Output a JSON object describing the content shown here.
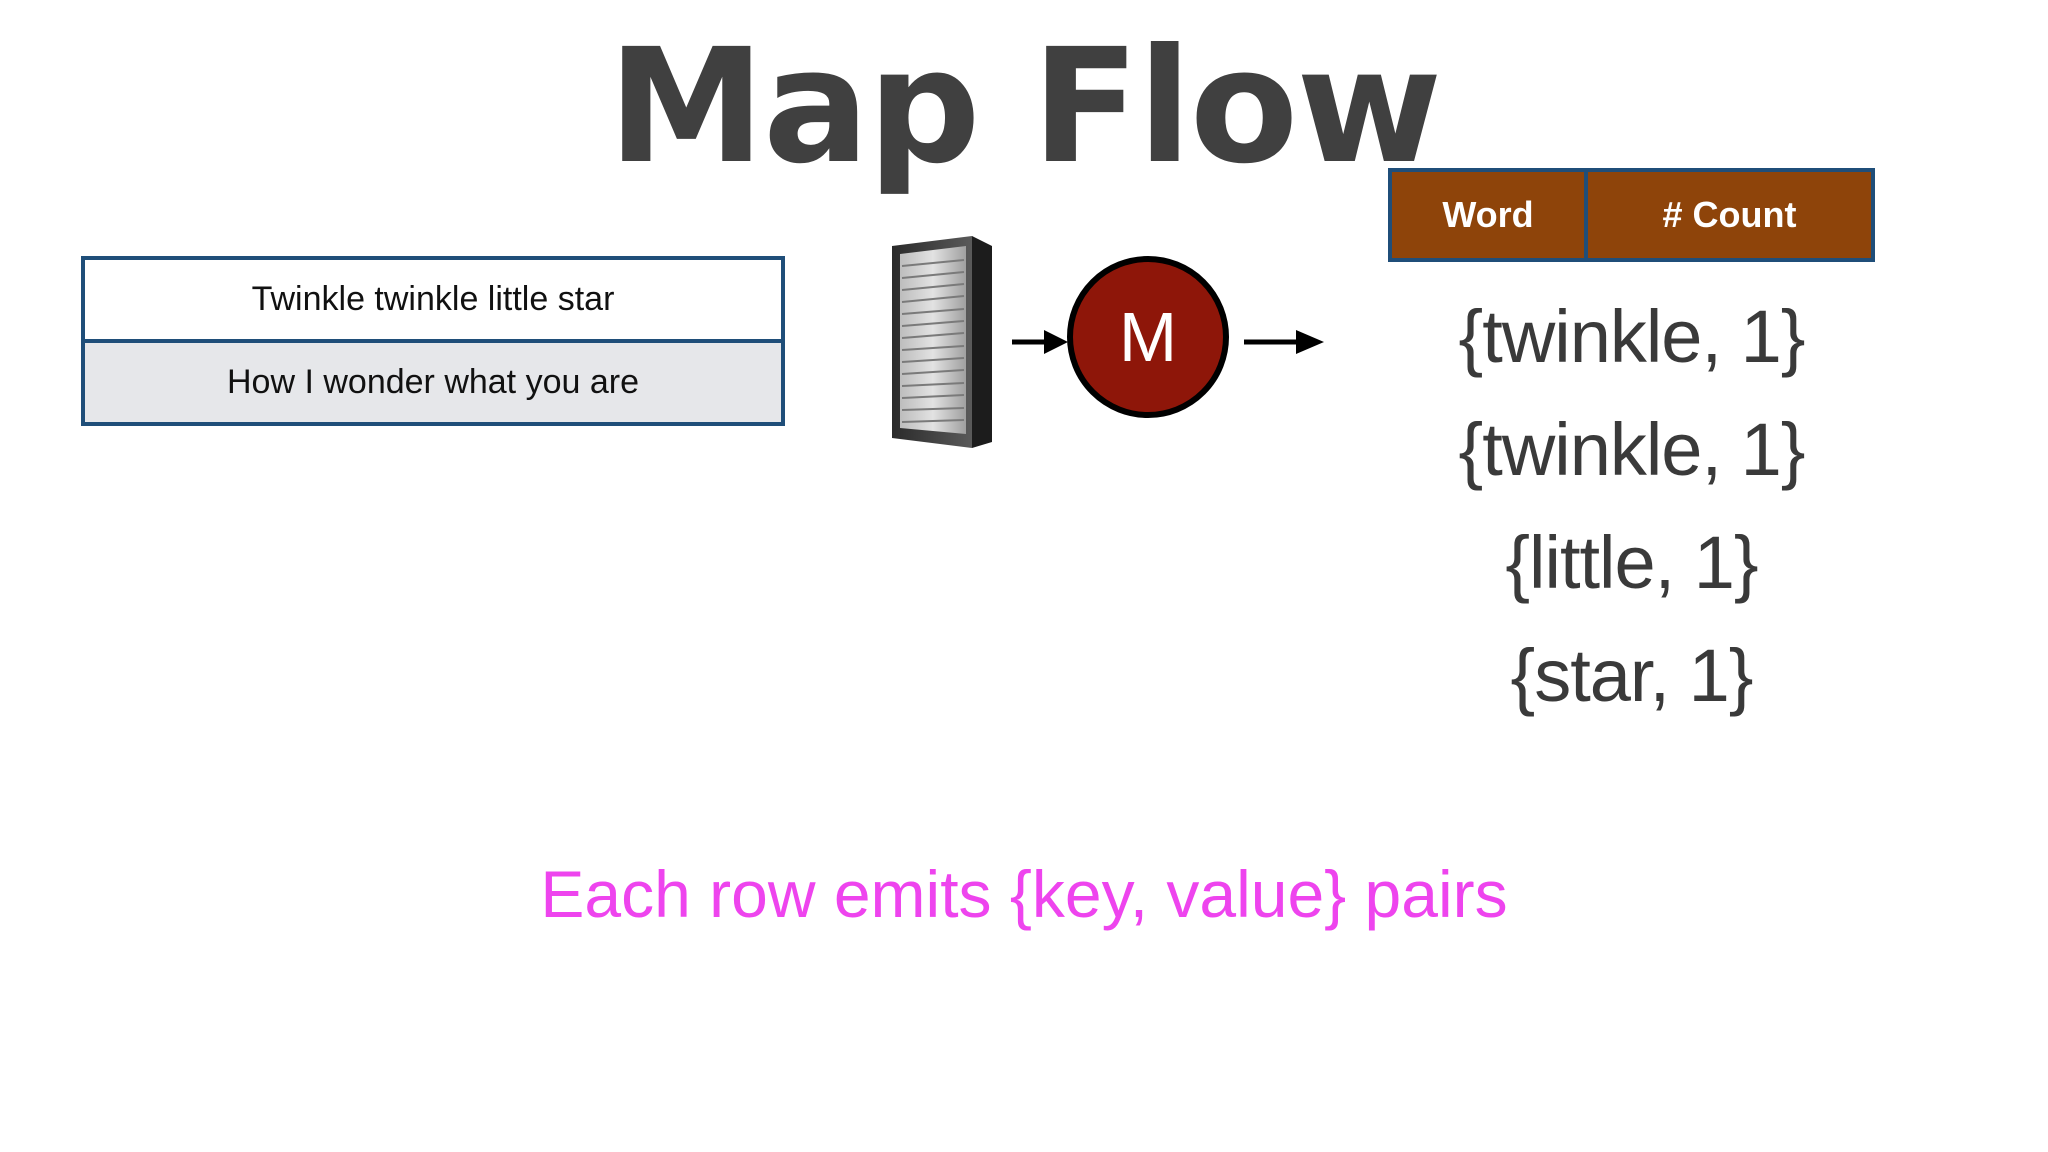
{
  "title": "Map Flow",
  "input_rows": [
    "Twinkle twinkle little star",
    "How I wonder what you are"
  ],
  "mapper_label": "M",
  "output_header": {
    "word": "Word",
    "count": "# Count"
  },
  "pairs": [
    "{twinkle, 1}",
    "{twinkle, 1}",
    "{little, 1}",
    "{star, 1}"
  ],
  "caption": "Each row emits {key, value} pairs",
  "icons": {
    "server": "server-rack-icon",
    "arrow": "arrow-right-icon"
  },
  "colors": {
    "title": "#404040",
    "table_border": "#1f4e79",
    "mapper_fill": "#8e1609",
    "header_fill": "#8e440a",
    "caption": "#ee44ee"
  }
}
